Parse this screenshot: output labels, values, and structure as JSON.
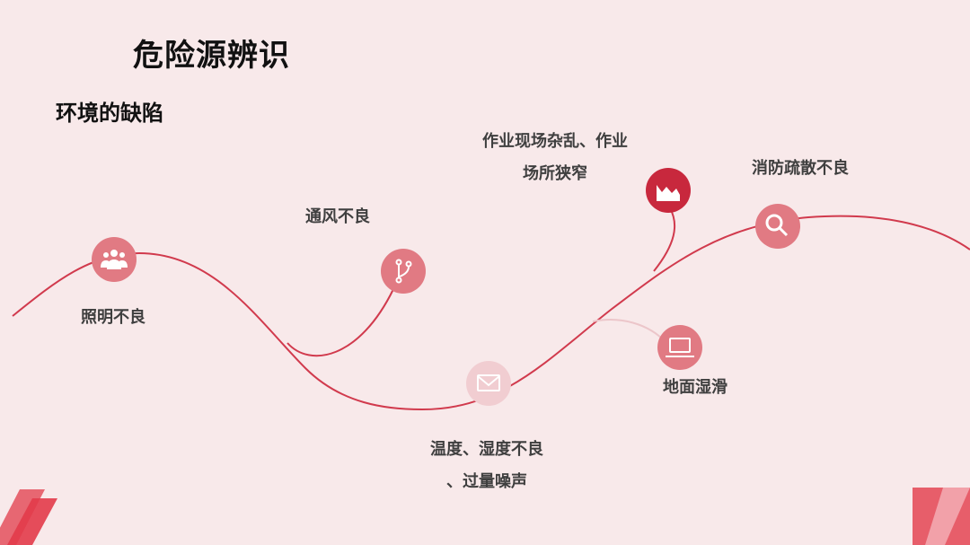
{
  "title": "危险源辨识",
  "subtitle": "环境的缺陷",
  "colors": {
    "background": "#f8e9ea",
    "curve": "#d13a4d",
    "node_dark": "#c8283d",
    "node_mid": "#e17a83",
    "node_light": "#f1cdd1",
    "accent": "#e23b4a"
  },
  "nodes": [
    {
      "id": "lighting",
      "icon": "people-icon",
      "label": "照明不良",
      "tone": "mid"
    },
    {
      "id": "ventilation",
      "icon": "branch-icon",
      "label": "通风不良",
      "tone": "mid"
    },
    {
      "id": "temperature",
      "icon": "mail-icon",
      "label_lines": [
        "温度、湿度不良",
        "、过量噪声"
      ],
      "tone": "light"
    },
    {
      "id": "workplace",
      "icon": "chart-icon",
      "label_lines": [
        "作业现场杂乱、作业",
        "场所狭窄"
      ],
      "tone": "dark"
    },
    {
      "id": "floor",
      "icon": "laptop-icon",
      "label": "地面湿滑",
      "tone": "mid"
    },
    {
      "id": "fire",
      "icon": "search-icon",
      "label": "消防疏散不良",
      "tone": "mid"
    }
  ]
}
